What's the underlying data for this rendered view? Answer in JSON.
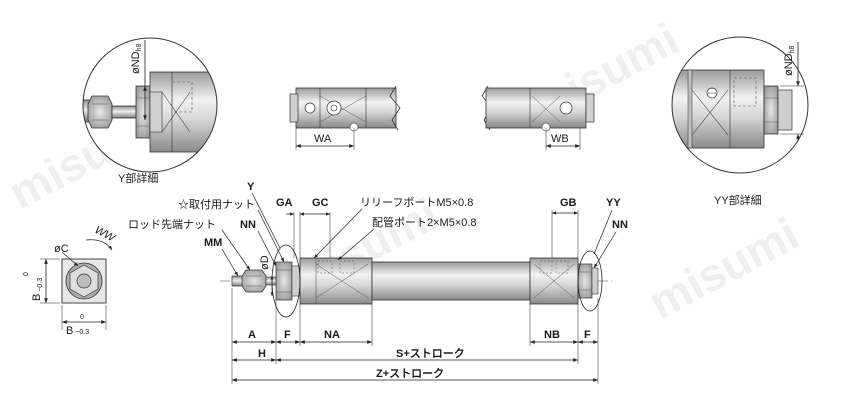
{
  "watermark": "misumi",
  "labels": {
    "y_detail": "Y部詳細",
    "yy_detail": "YY部詳細",
    "nd_left": "øND",
    "nd_left_sub": "h8",
    "nd_right": "øND",
    "nd_right_sub": "h8",
    "wa": "WA",
    "wb": "WB",
    "ww": "WW",
    "c": "øC",
    "b_vert": "B",
    "b_vert_tol": "−0.3",
    "b_vert_tol_top": "0",
    "b_horiz": "B",
    "b_horiz_tol": "−0.3",
    "b_horiz_tol_top": "0",
    "mounting_nut": "☆取付用ナット",
    "rod_end_nut": "ロッド先端ナット",
    "y": "Y",
    "nn_left": "NN",
    "mm": "MM",
    "d": "øD",
    "ga": "GA",
    "gc": "GC",
    "relief_port": "リリーフポートM5×0.8",
    "piping_port": "配管ポート2×M5×0.8",
    "gb": "GB",
    "yy": "YY",
    "nn_right": "NN",
    "a": "A",
    "f_left": "F",
    "na": "NA",
    "nb": "NB",
    "f_right": "F",
    "h": "H",
    "s_stroke": "S+ストローク",
    "z_stroke": "Z+ストローク"
  }
}
